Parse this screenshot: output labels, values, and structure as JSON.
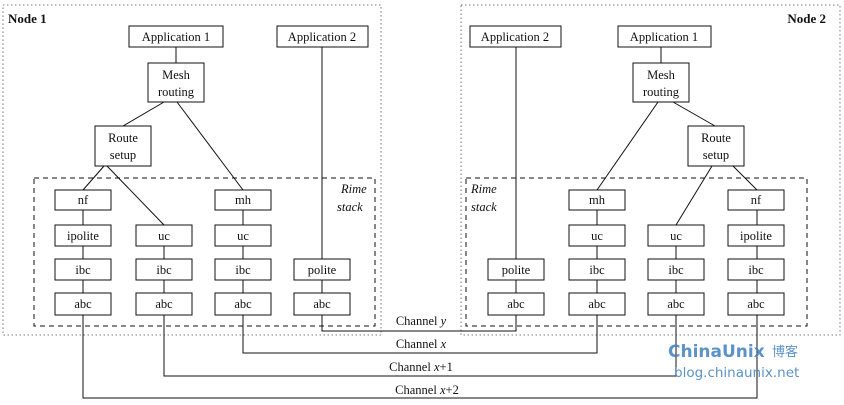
{
  "nodes": {
    "node1": {
      "title": "Node 1",
      "app1": "Application 1",
      "app2": "Application 2",
      "mesh": [
        "Mesh",
        "routing"
      ],
      "route": [
        "Route",
        "setup"
      ],
      "stack_label": [
        "Rime",
        "stack"
      ],
      "col_nf": [
        "nf",
        "ipolite",
        "ibc",
        "abc"
      ],
      "col_uc": [
        "uc",
        "ibc",
        "abc"
      ],
      "col_mh": [
        "mh",
        "uc",
        "ibc",
        "abc"
      ],
      "col_polite": [
        "polite",
        "abc"
      ]
    },
    "node2": {
      "title": "Node 2",
      "app1": "Application 1",
      "app2": "Application 2",
      "mesh": [
        "Mesh",
        "routing"
      ],
      "route": [
        "Route",
        "setup"
      ],
      "stack_label": [
        "Rime",
        "stack"
      ],
      "col_nf": [
        "nf",
        "ipolite",
        "ibc",
        "abc"
      ],
      "col_uc": [
        "uc",
        "ibc",
        "abc"
      ],
      "col_mh": [
        "mh",
        "uc",
        "ibc",
        "abc"
      ],
      "col_polite": [
        "polite",
        "abc"
      ]
    }
  },
  "channels": [
    {
      "word": "Channel",
      "var": "y",
      "suffix": ""
    },
    {
      "word": "Channel",
      "var": "x",
      "suffix": ""
    },
    {
      "word": "Channel",
      "var": "x",
      "suffix": "+1"
    },
    {
      "word": "Channel",
      "var": "x",
      "suffix": "+2"
    }
  ],
  "watermark": {
    "brand": "ChinaUnix",
    "brand_cn": "博客",
    "url": "blog.chinaunix.net",
    "color": "#3f7fbf"
  }
}
